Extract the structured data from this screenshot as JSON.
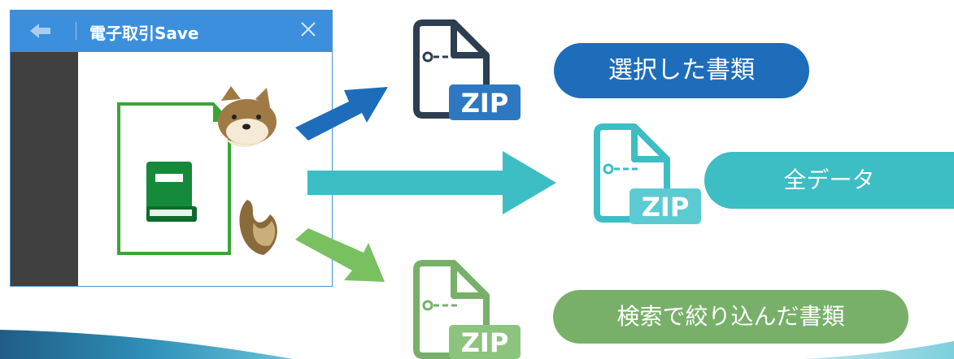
{
  "window": {
    "title": "電子取引Save",
    "colors": {
      "titlebar": "#3b8fdc",
      "sidebar": "#404040"
    }
  },
  "icons": {
    "app_logo": "document-book-shiba-dog-icon",
    "zip_badge_text": "ZIP"
  },
  "outputs": [
    {
      "label": "選択した書類",
      "color": "#1d6dbb",
      "icon": "zip-file-icon"
    },
    {
      "label": "全データ",
      "color": "#3dbdc4",
      "icon": "zip-file-icon"
    },
    {
      "label": "検索で絞り込んだ書類",
      "color": "#78b06a",
      "icon": "zip-file-icon"
    }
  ]
}
